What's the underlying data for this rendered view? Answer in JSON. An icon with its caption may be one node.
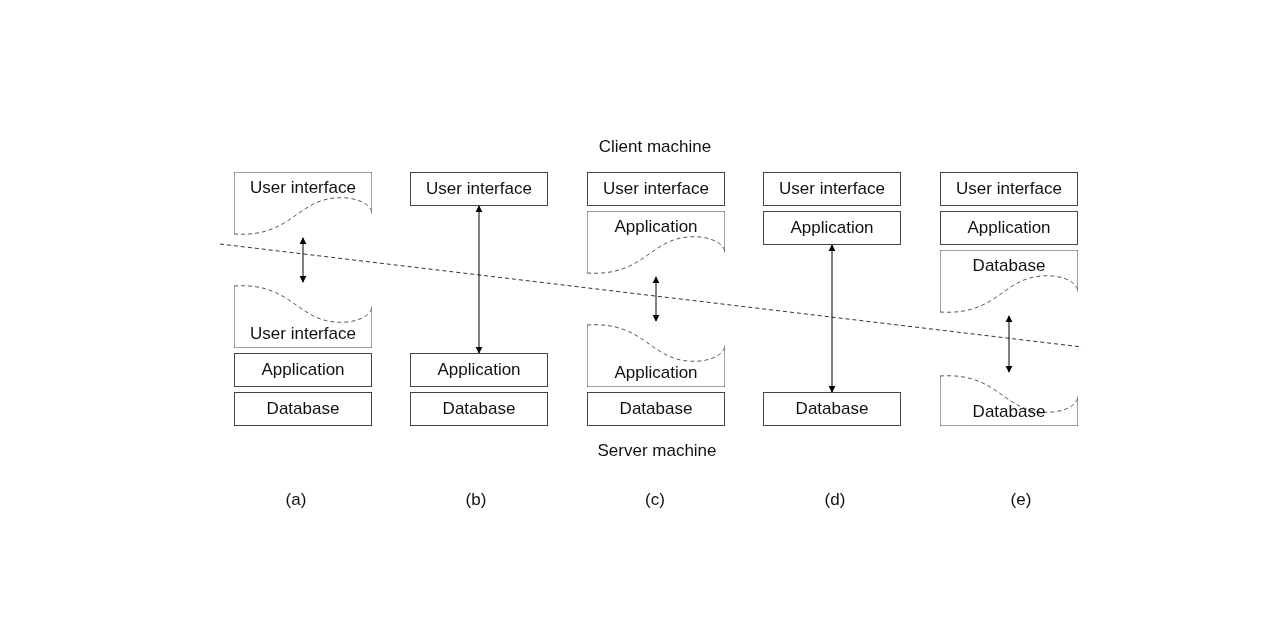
{
  "diagram": {
    "nodes": [
      {
        "text": [
          "User interface"
        ]
      },
      {
        "text": [
          "User interface"
        ]
      },
      {
        "text": [
          "Application"
        ]
      },
      {
        "text": [
          "Database"
        ]
      },
      {
        "text": [
          "User interface"
        ]
      },
      {
        "text": [
          "Application"
        ]
      },
      {
        "text": [
          "Database"
        ]
      },
      {
        "text": [
          "User interface"
        ]
      },
      {
        "text": [
          "Application"
        ]
      },
      {
        "text": [
          "Application"
        ]
      },
      {
        "text": [
          "Database"
        ]
      },
      {
        "text": [
          "User interface"
        ]
      },
      {
        "text": [
          "Application"
        ]
      },
      {
        "text": [
          "Database"
        ]
      },
      {
        "text": [
          "User interface"
        ]
      },
      {
        "text": [
          "Application"
        ]
      },
      {
        "text": [
          "Database"
        ]
      },
      {
        "text": [
          "Database"
        ]
      }
    ],
    "edges": [
      {
        "from": 0,
        "to": 1,
        "arrow": "both"
      },
      {
        "from": 4,
        "to": 5,
        "arrow": "both"
      },
      {
        "from": 8,
        "to": 9,
        "arrow": "both"
      },
      {
        "from": 12,
        "to": 13,
        "arrow": "both"
      },
      {
        "from": 16,
        "to": 17,
        "arrow": "both"
      }
    ],
    "labels": [
      "Client machine",
      "Server machine",
      "(a)",
      "(b)",
      "(c)",
      "(d)",
      "(e)"
    ]
  }
}
